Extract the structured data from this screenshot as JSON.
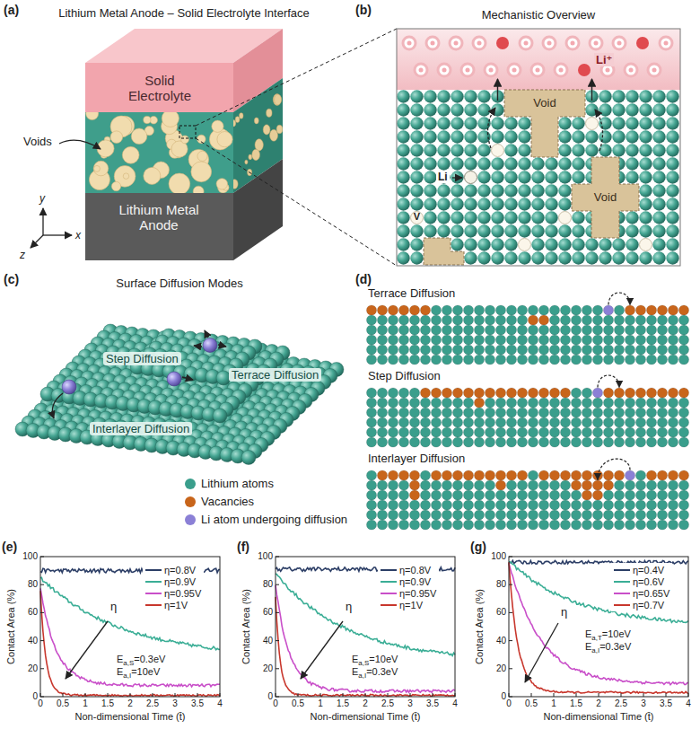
{
  "diagram": {
    "nodes": [
      {
        "text": [
          "Solid Electrolyte"
        ]
      },
      {
        "text": [
          "Lithium Metal Anode"
        ]
      },
      {
        "text": [
          "Void"
        ]
      },
      {
        "text": [
          "Void"
        ]
      }
    ],
    "labels": [
      "(a)",
      "Lithium Metal Anode – Solid Electrolyte Interface",
      "Voids",
      "y",
      "x",
      "z",
      "(b)",
      "Mechanistic Overview",
      "Li⁺",
      "Li",
      "V",
      "(c)",
      "Surface Diffusion Modes",
      "Step Diffusion",
      "Terrace Diffusion",
      "Interlayer Diffusion",
      "(d)",
      "Terrace Diffusion",
      "Step Diffusion",
      "Interlayer Diffusion",
      "(e)",
      "Contact Area (%)",
      "Non-dimensional Time (t̄)",
      "η",
      "Ea,S=0.3eV",
      "Ea,I=10eV",
      "0",
      "20",
      "40",
      "60",
      "80",
      "100",
      "0",
      "0.5",
      "1",
      "1.5",
      "2",
      "2.5",
      "3",
      "3.5",
      "4",
      "(f)",
      "Contact Area (%)",
      "Non-dimensional Time (t̄)",
      "η",
      "Ea,S=10eV",
      "Ea,I=0.3eV",
      "0",
      "20",
      "40",
      "60",
      "80",
      "100",
      "0",
      "0.5",
      "1",
      "1.5",
      "2",
      "2.5",
      "3",
      "3.5",
      "4",
      "(g)",
      "Contact Area (%)",
      "Non-dimensional Time (t̄)",
      "η",
      "Ea,T=10eV",
      "Ea,I=0.3eV",
      "0",
      "20",
      "40",
      "60",
      "80",
      "100",
      "0",
      "0.5",
      "1",
      "1.5",
      "2",
      "2.5",
      "3",
      "3.5",
      "4"
    ],
    "legend": [
      {
        "text": "Lithium atoms",
        "color": "#3a9e8c"
      },
      {
        "text": "Vacancies",
        "color": "#c8651b"
      },
      {
        "text": "Li atom undergoing diffusion",
        "color": "#8b80d6"
      },
      {
        "text": "η=0.8V"
      },
      {
        "text": "η=0.9V"
      },
      {
        "text": "η=0.95V"
      },
      {
        "text": "η=1V"
      },
      {
        "text": "η=0.8V"
      },
      {
        "text": "η=0.9V"
      },
      {
        "text": "η=0.95V"
      },
      {
        "text": "η=1V"
      },
      {
        "text": "η=0.4V"
      },
      {
        "text": "η=0.6V"
      },
      {
        "text": "η=0.65V"
      },
      {
        "text": "η=0.7V"
      }
    ]
  }
}
